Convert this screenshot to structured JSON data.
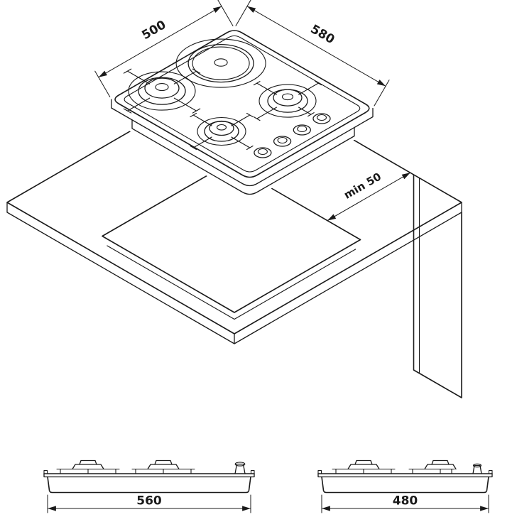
{
  "drawing": {
    "isometric_view": {
      "dim_depth": "500",
      "dim_width": "580",
      "dim_min_clearance": "min 50"
    },
    "front_view": {
      "dim_cutout_width": "560"
    },
    "side_view": {
      "dim_cutout_depth": "480"
    },
    "colors": {
      "line": "#1a1a1a",
      "background": "#ffffff"
    }
  }
}
